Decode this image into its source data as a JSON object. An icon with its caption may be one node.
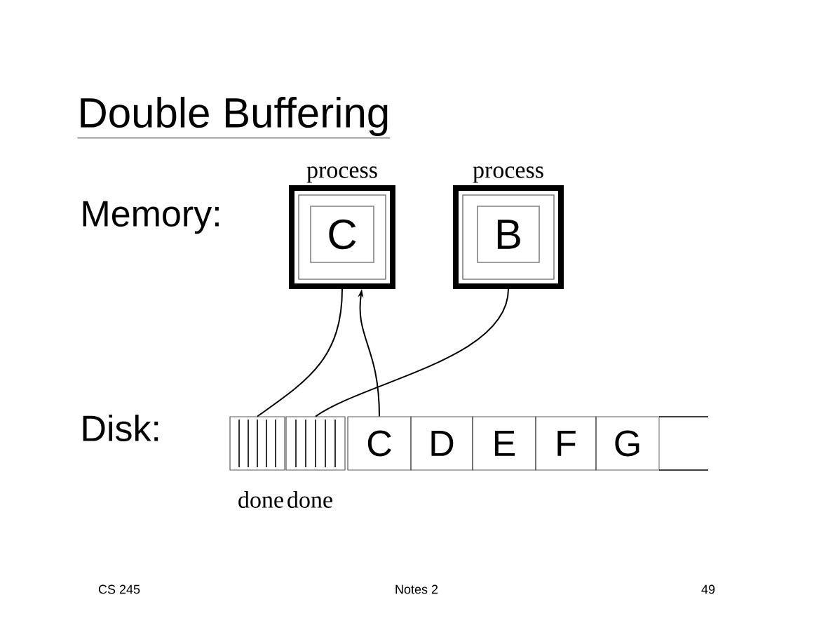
{
  "diagram": {
    "title": "Double Buffering",
    "nodes": [
      {
        "text": [
          "process"
        ]
      },
      {
        "text": [
          "C"
        ],
        "in": 0
      },
      {
        "text": [
          "process"
        ]
      },
      {
        "text": [
          "B"
        ],
        "in": 2
      },
      {
        "text": [],
        "shape": "box",
        "beside": [
          "done"
        ]
      },
      {
        "text": [],
        "shape": "box",
        "beside": [
          "done"
        ]
      },
      {
        "text": [
          "C"
        ]
      },
      {
        "text": [
          "D"
        ]
      },
      {
        "text": [
          "E"
        ]
      },
      {
        "text": [
          "F"
        ]
      },
      {
        "text": [
          "G"
        ]
      },
      {
        "text": [],
        "shape": "box"
      }
    ],
    "edges": [
      {
        "from": 0,
        "to": 4,
        "arrow": "none"
      },
      {
        "from": 6,
        "to": 0,
        "arrow": "to"
      },
      {
        "from": 2,
        "to": 5,
        "arrow": "none"
      }
    ],
    "labels": [
      "Memory:",
      "Disk:",
      "CS 245",
      "Notes 2",
      "49"
    ]
  }
}
